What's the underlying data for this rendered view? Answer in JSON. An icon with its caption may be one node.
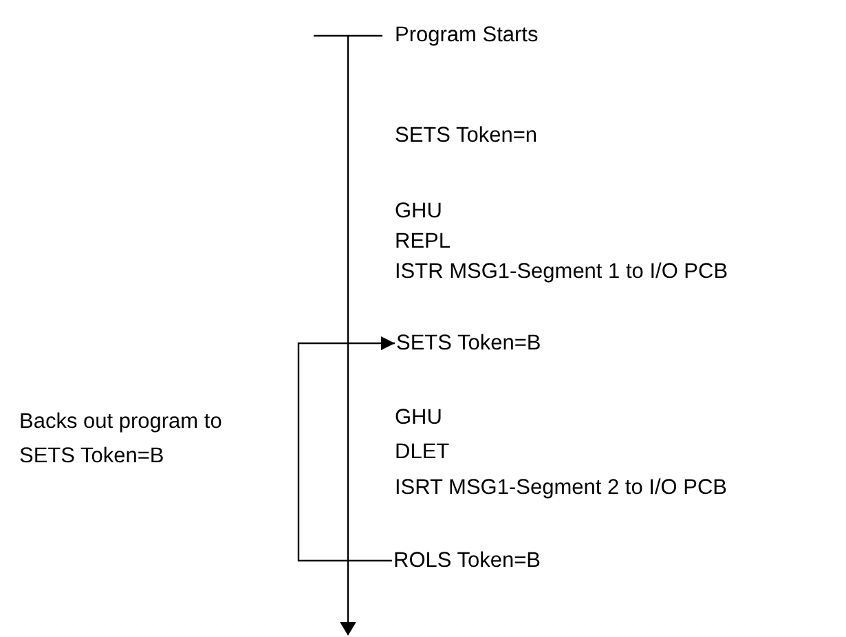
{
  "diagram": {
    "nodes": [
      {
        "text": [
          "SETS Token=B"
        ]
      },
      {
        "text": [
          "ROLS Token=B"
        ]
      }
    ],
    "edges": [
      {
        "from": 1,
        "to": 0,
        "arrow": "to"
      }
    ],
    "labels": [
      "Program Starts",
      "SETS Token=n",
      "GHU",
      "REPL",
      "ISTR MSG1-Segment 1 to I/O PCB",
      "GHU",
      "DLET",
      "ISRT MSG1-Segment 2 to I/O PCB",
      "Backs out program to SETS Token=B"
    ]
  }
}
